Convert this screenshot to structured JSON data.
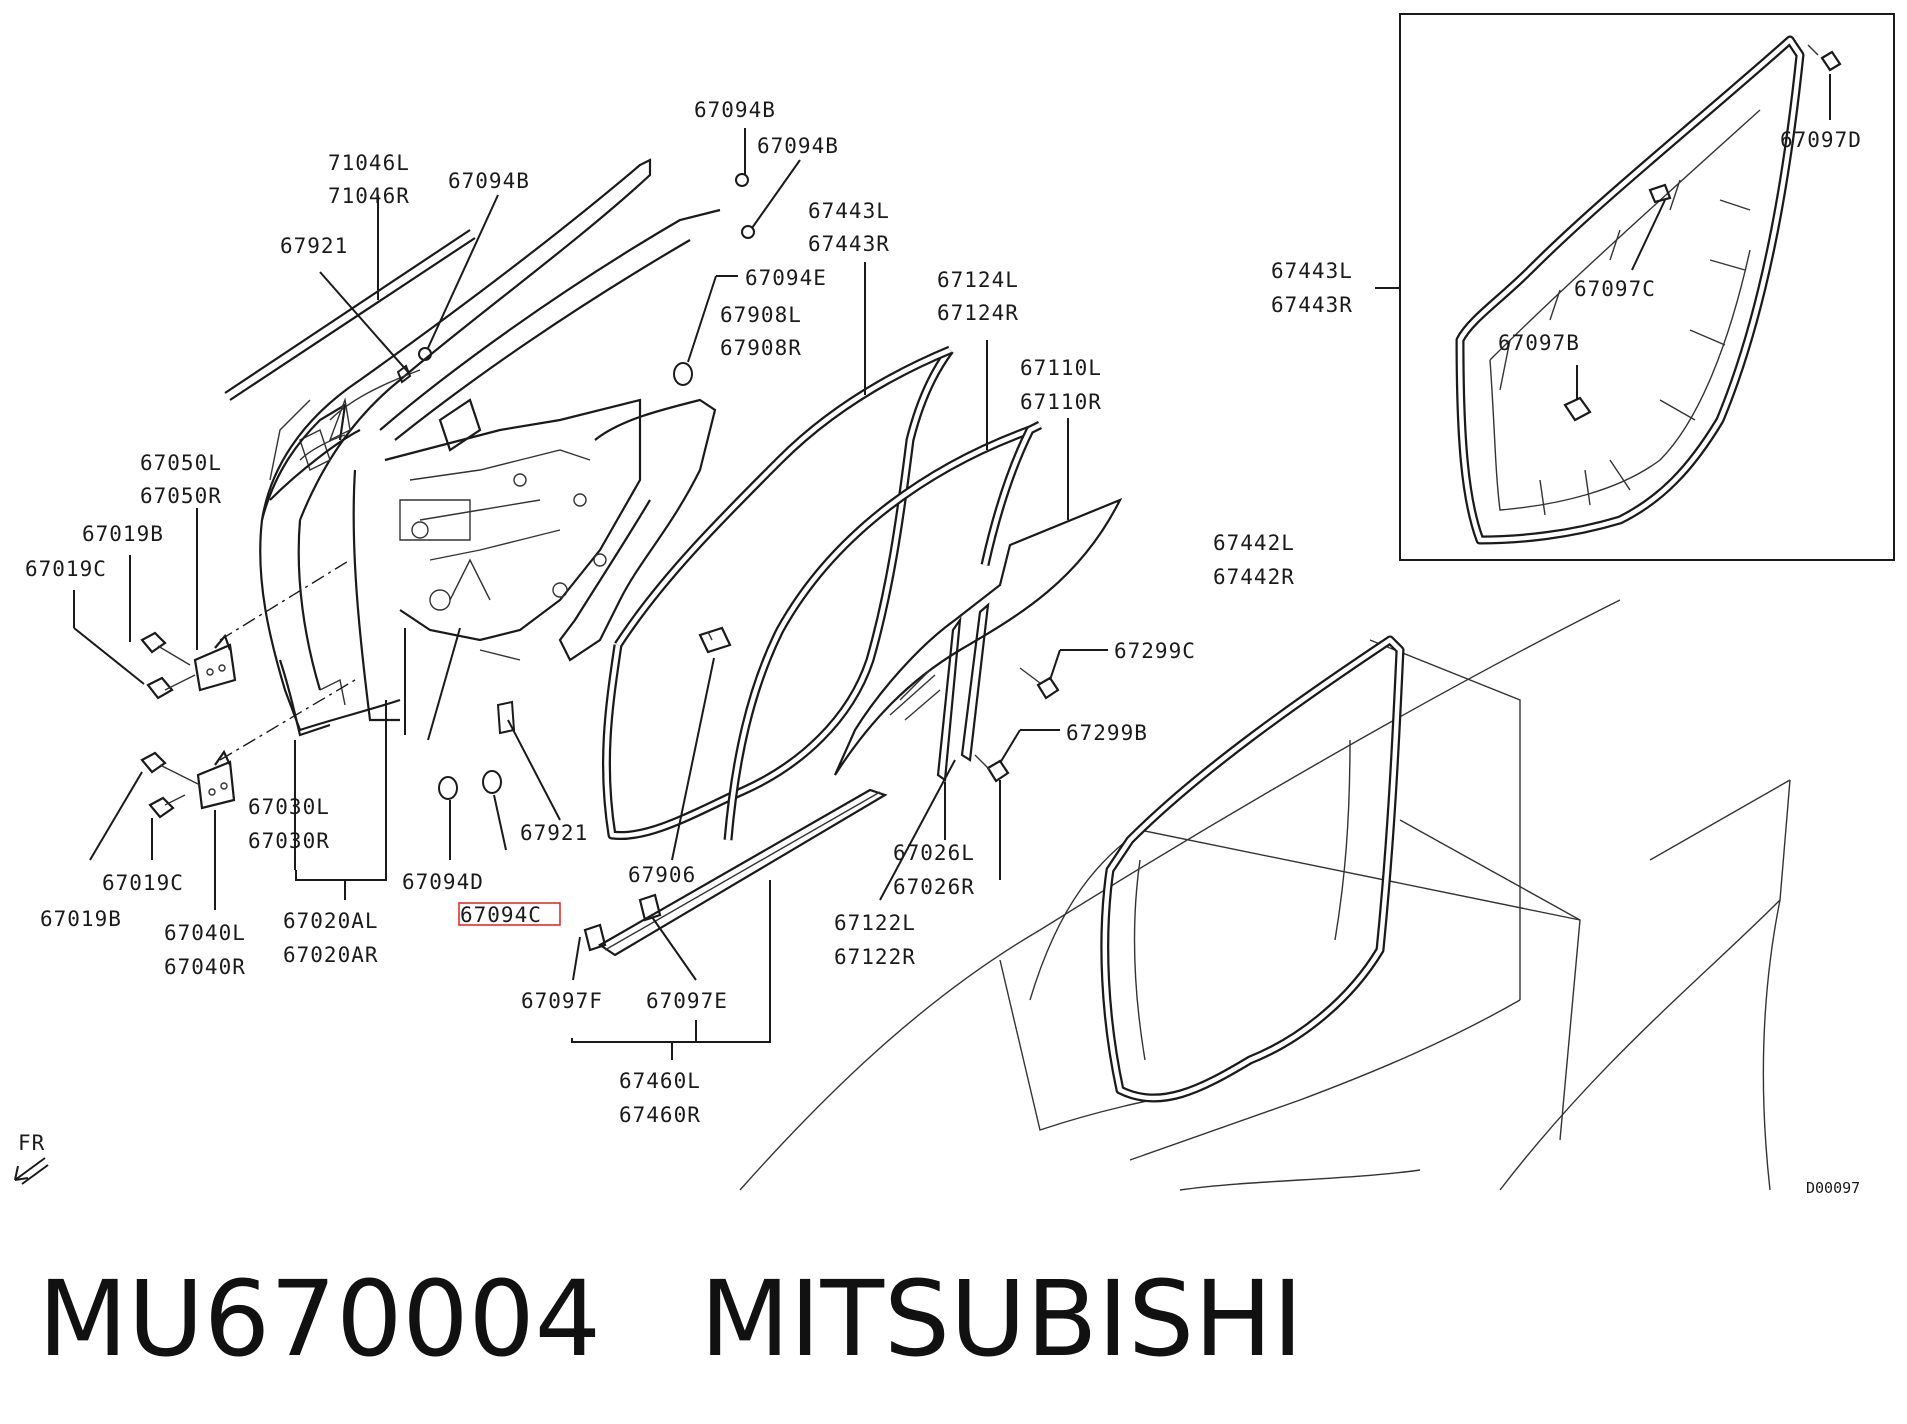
{
  "labels": [
    {
      "id": "l1",
      "text": "67094B"
    },
    {
      "id": "l2",
      "text": "67094B"
    },
    {
      "id": "l3",
      "text": "71046L"
    },
    {
      "id": "l4",
      "text": "71046R"
    },
    {
      "id": "l5",
      "text": "67094B"
    },
    {
      "id": "l6",
      "text": "67921"
    },
    {
      "id": "l7",
      "text": "67443L"
    },
    {
      "id": "l8",
      "text": "67443R"
    },
    {
      "id": "l9",
      "text": "67094E"
    },
    {
      "id": "l10",
      "text": "67908L"
    },
    {
      "id": "l11",
      "text": "67908R"
    },
    {
      "id": "l12",
      "text": "67124L"
    },
    {
      "id": "l13",
      "text": "67124R"
    },
    {
      "id": "l14",
      "text": "67110L"
    },
    {
      "id": "l15",
      "text": "67110R"
    },
    {
      "id": "l16",
      "text": "67050L"
    },
    {
      "id": "l17",
      "text": "67050R"
    },
    {
      "id": "l18",
      "text": "67019B"
    },
    {
      "id": "l19",
      "text": "67019C"
    },
    {
      "id": "l20",
      "text": "67299C"
    },
    {
      "id": "l21",
      "text": "67299B"
    },
    {
      "id": "l22",
      "text": "67030L"
    },
    {
      "id": "l23",
      "text": "67030R"
    },
    {
      "id": "l24",
      "text": "67921"
    },
    {
      "id": "l25",
      "text": "67906"
    },
    {
      "id": "l26",
      "text": "67094D"
    },
    {
      "id": "l27",
      "text": "67094C"
    },
    {
      "id": "l28",
      "text": "67020AL"
    },
    {
      "id": "l29",
      "text": "67020AR"
    },
    {
      "id": "l30",
      "text": "67019C"
    },
    {
      "id": "l31",
      "text": "67019B"
    },
    {
      "id": "l32",
      "text": "67040L"
    },
    {
      "id": "l33",
      "text": "67040R"
    },
    {
      "id": "l34",
      "text": "67026L"
    },
    {
      "id": "l35",
      "text": "67026R"
    },
    {
      "id": "l36",
      "text": "67122L"
    },
    {
      "id": "l37",
      "text": "67122R"
    },
    {
      "id": "l38",
      "text": "67097F"
    },
    {
      "id": "l39",
      "text": "67097E"
    },
    {
      "id": "l40",
      "text": "67460L"
    },
    {
      "id": "l41",
      "text": "67460R"
    },
    {
      "id": "l42",
      "text": "67442L"
    },
    {
      "id": "l43",
      "text": "67442R"
    },
    {
      "id": "l44",
      "text": "67443L"
    },
    {
      "id": "l45",
      "text": "67443R"
    },
    {
      "id": "l46",
      "text": "67097D"
    },
    {
      "id": "l47",
      "text": "67097C"
    },
    {
      "id": "l48",
      "text": "67097B"
    }
  ],
  "direction_label": "FR",
  "diagram_code": "D00097",
  "caption": {
    "part_number": "MU670004",
    "brand": "MITSUBISHI"
  },
  "highlight_color": "#e03030"
}
